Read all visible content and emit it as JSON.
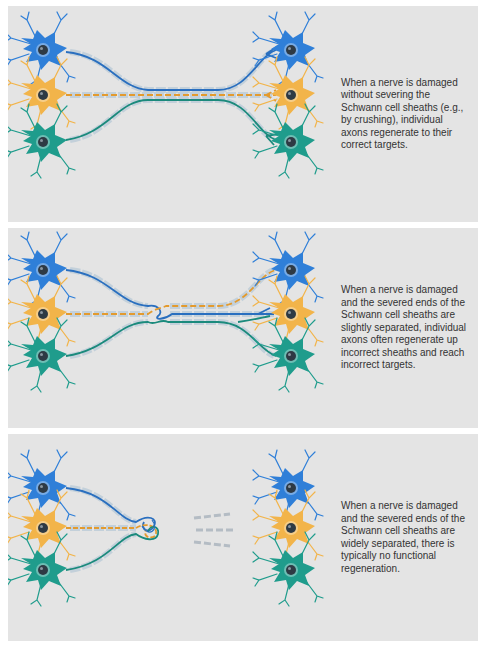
{
  "diagram": {
    "nodes": [
      {
        "text": [
          "When a nerve is damaged without severing the Schwann cell sheaths (e.g., by crushing), individual axons regenerate to their correct targets."
        ]
      },
      {
        "text": [
          "When a nerve is damaged and the severed ends of the Schwann cell sheaths are slightly separated, individual axons often regenerate up incorrect sheaths and reach incorrect targets."
        ]
      },
      {
        "text": [
          "When a nerve is damaged and the severed ends of the Schwann cell sheaths are widely separated, there is typically no functional regeneration."
        ]
      }
    ]
  }
}
